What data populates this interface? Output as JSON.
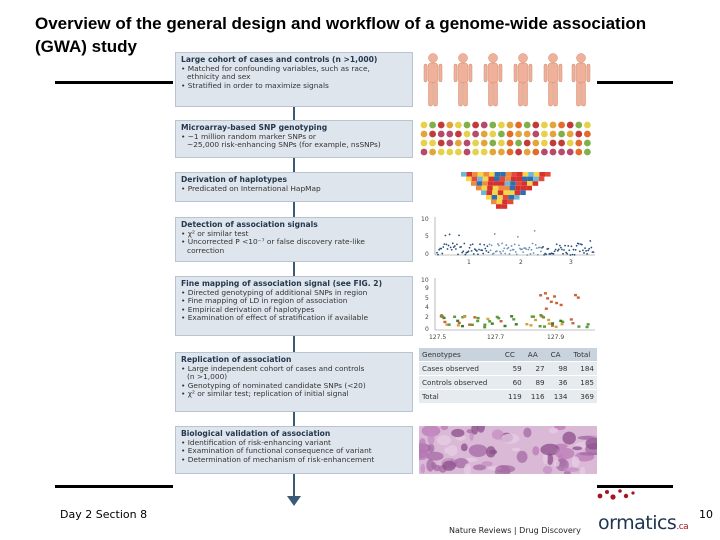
{
  "title": "Overview of the general design and workflow of a genome-wide association (GWA) study",
  "steps": [
    {
      "heading": "Large cohort of cases and controls (n >1,000)",
      "bullets": [
        "• Matched for confounding variables, such as race,",
        "ethnicity and sex",
        "• Stratified in order to maximize signals"
      ]
    },
    {
      "heading": "Microarray-based SNP genotyping",
      "bullets": [
        "• ~1 million random marker SNPs or",
        "~25,000 risk-enhancing SNPs (for example, nsSNPs)"
      ]
    },
    {
      "heading": "Derivation of haplotypes",
      "bullets": [
        "• Predicated on International HapMap"
      ]
    },
    {
      "heading": "Detection of association signals",
      "bullets": [
        "• χ² or similar test",
        "• Uncorrected P <10⁻⁷ or false discovery rate-like",
        "correction"
      ]
    },
    {
      "heading": "Fine mapping of association signal (see FIG. 2)",
      "bullets": [
        "• Directed genotyping of additional SNPs in region",
        "• Fine mapping of LD in region of association",
        "• Empirical derivation of haplotypes",
        "• Examination of effect of stratification if available"
      ]
    },
    {
      "heading": "Replication of association",
      "bullets": [
        "• Large independent cohort of cases and controls",
        "(n >1,000)",
        "• Genotyping of nominated candidate SNPs (<20)",
        "• χ² or similar test; replication of initial signal"
      ]
    },
    {
      "heading": "Biological validation of association",
      "bullets": [
        "• Identification of risk-enhancing variant",
        "• Examination of functional consequence of variant",
        "• Determination of mechanism of risk-enhancement"
      ]
    }
  ],
  "manhattan": {
    "y_ticks": [
      "10",
      "5",
      "0"
    ],
    "x_ticks": [
      "1",
      "2",
      "3"
    ]
  },
  "finemap": {
    "y_ticks": [
      "10",
      "9",
      "5",
      "4",
      "2",
      "0"
    ],
    "x_ticks": [
      "127.5",
      "127.7",
      "127.9"
    ]
  },
  "genotype_table": {
    "headers": [
      "Genotypes",
      "CC",
      "AA",
      "CA",
      "Total"
    ],
    "rows": [
      [
        "Cases observed",
        "59",
        "27",
        "98",
        "184"
      ],
      [
        "Controls observed",
        "60",
        "89",
        "36",
        "185"
      ],
      [
        "Total",
        "119",
        "116",
        "134",
        "369"
      ]
    ]
  },
  "credit": "Nature Reviews | Drug Discovery",
  "footer_left": "Day 2 Section 8",
  "footer_right": "10",
  "brand": {
    "name": "ormatics",
    "suffix": ".ca"
  },
  "colors": {
    "box_fill": "#dfe5ec",
    "box_heading": "#23384e",
    "spine": "#3a5a78",
    "brand_red": "#a31520"
  }
}
